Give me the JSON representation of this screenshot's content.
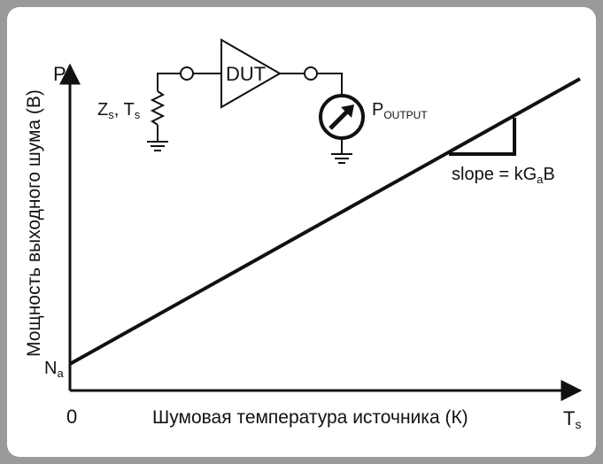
{
  "chart_data": {
    "type": "line",
    "xlabel": "Шумовая температура источника (К)",
    "ylabel": "Мощность выходного шума (В)",
    "x_axis_symbol": "T",
    "x_axis_symbol_sub": "s",
    "y_axis_symbol": "P",
    "origin_label": "0",
    "intercept_label": "N",
    "intercept_label_sub": "a",
    "slope_annotation": {
      "prefix": "slope = kG",
      "sub": "a",
      "suffix": "B"
    }
  },
  "circuit": {
    "source_label": "Z",
    "source_label_sub": "s",
    "source_label_mid": ", T",
    "source_label_sub2": "s",
    "dut_label": "DUT",
    "meter_label": "P",
    "meter_label_sub": "OUTPUT"
  },
  "colors": {
    "border": "#9a9a9a",
    "ink": "#111111",
    "background": "#ffffff"
  }
}
